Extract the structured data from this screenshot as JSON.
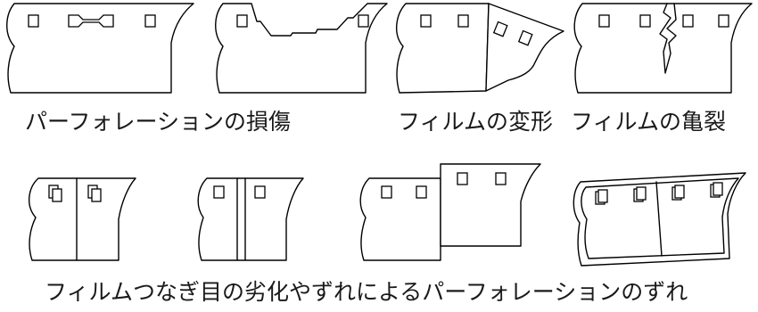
{
  "captions": {
    "perforation_damage": "パーフォレーションの損傷",
    "film_deformation": "フィルムの変形",
    "film_crack": "フィルムの亀裂",
    "splice_degradation": "フィルムつなぎ目の劣化やずれによるパーフォレーションのずれ"
  },
  "illustrations": [
    "perforation-damage",
    "film-deformation",
    "film-crack",
    "splice-overlap",
    "splice-gap",
    "splice-offset",
    "splice-skew"
  ]
}
